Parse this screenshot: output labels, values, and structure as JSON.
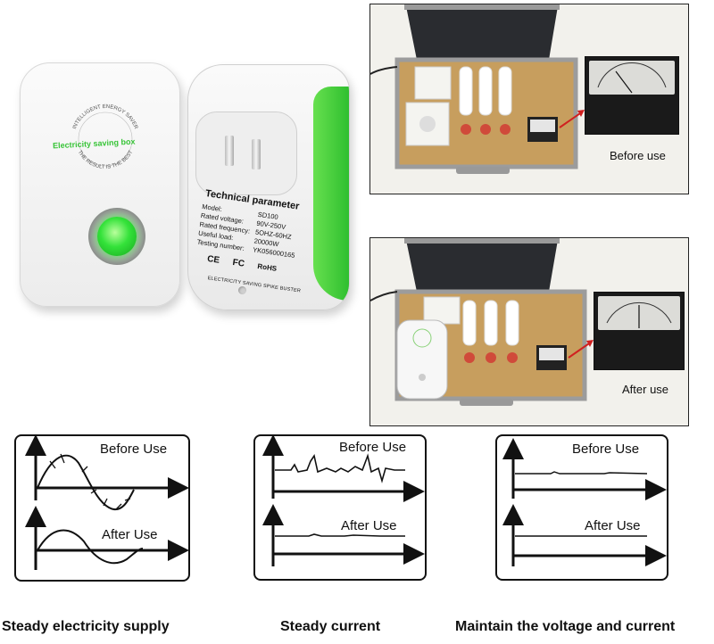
{
  "device": {
    "seal_top_text": "INTELLIGENT ENERGY SAVER",
    "seal_center_text": "Electricity saving box",
    "seal_bottom_text": "THE RESULT IS THE BEST",
    "tech_title": "Technical parameter",
    "specs": [
      {
        "label": "Model:",
        "value": "SD100"
      },
      {
        "label": "Rated voltage:",
        "value": "90V-250V"
      },
      {
        "label": "Rated frequency:",
        "value": "5OHZ-60HZ"
      },
      {
        "label": "Useful load:",
        "value": "20000W"
      },
      {
        "label": "Testing number:",
        "value": "YK056000165"
      }
    ],
    "cert_ce": "CE",
    "cert_fc": "FC",
    "cert_rohs": "RoHS",
    "spike_text": "ELECTRICITY SAVING SPIKE BUSTER",
    "led_color": "#34e23a",
    "accent_green": "#2fbf2f"
  },
  "test_photos": {
    "before_caption": "Before use",
    "after_caption": "After use"
  },
  "waveforms": [
    {
      "before_label": "Before Use",
      "after_label": "After Use",
      "caption": "Steady electricity supply"
    },
    {
      "before_label": "Before Use",
      "after_label": "After Use",
      "caption": "Steady current"
    },
    {
      "before_label": "Before Use",
      "after_label": "After Use",
      "caption": "Maintain the voltage and current"
    }
  ]
}
